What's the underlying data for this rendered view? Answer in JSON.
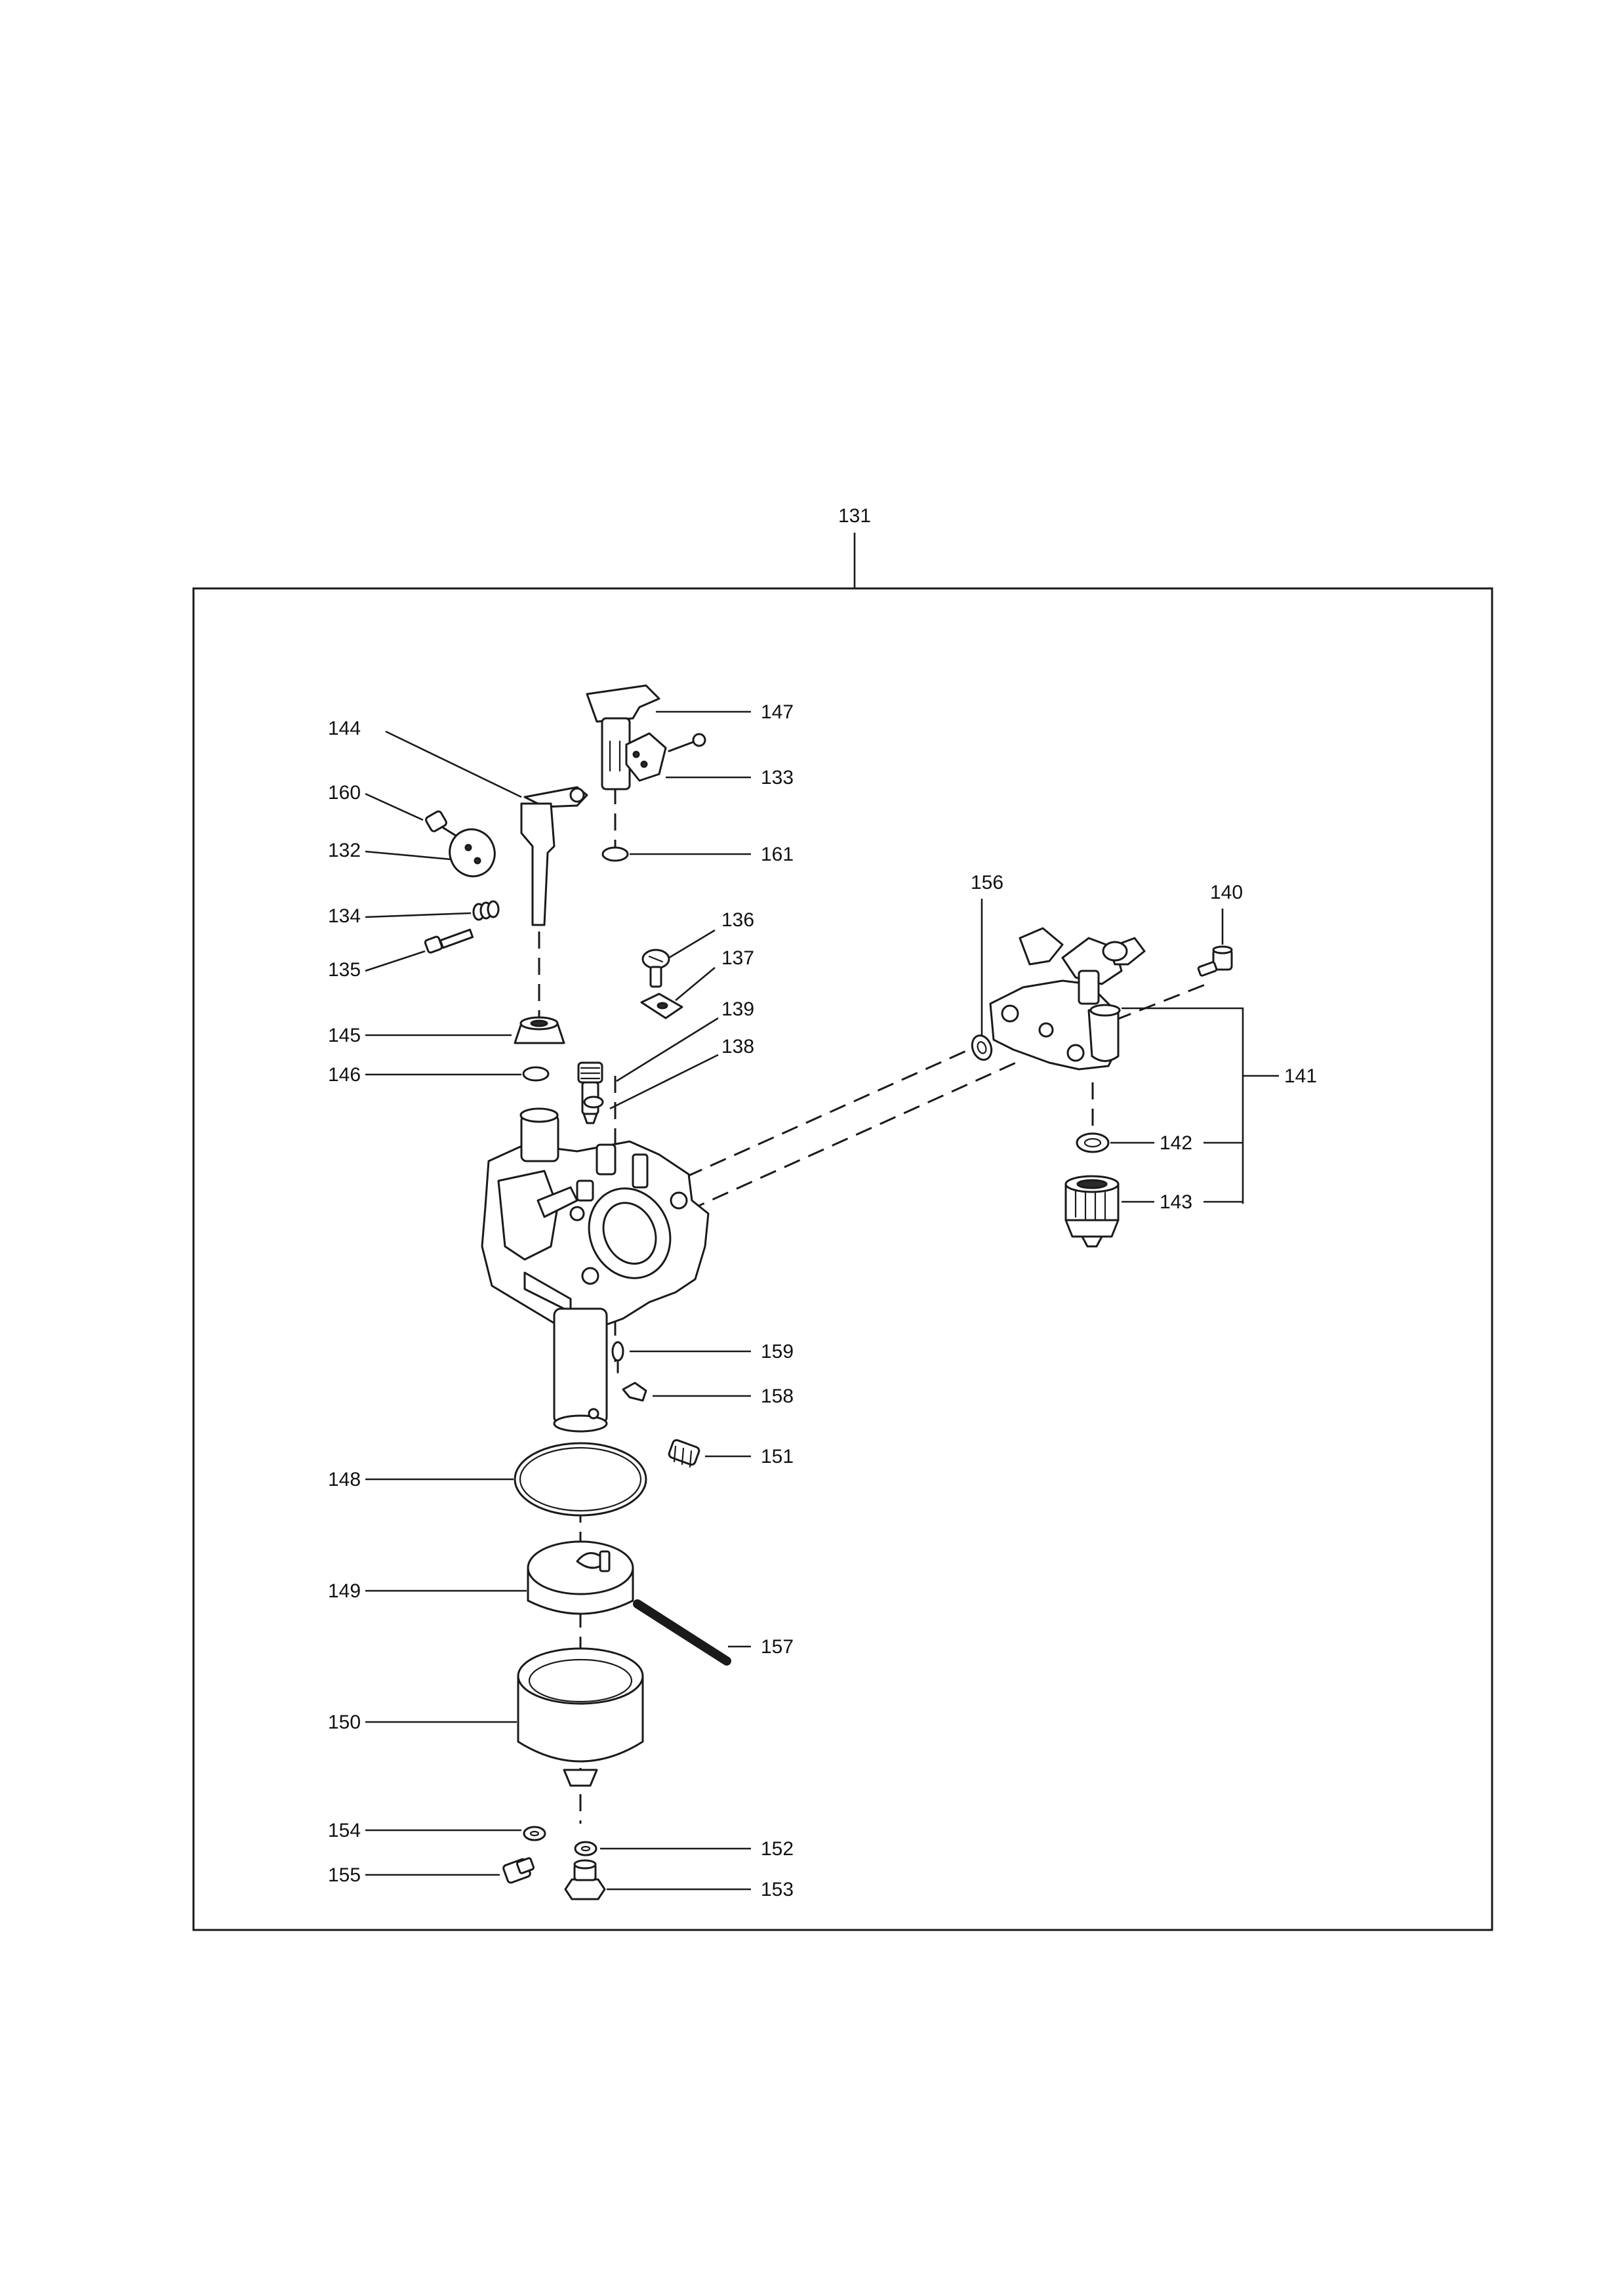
{
  "assembly_number": "131",
  "parts": {
    "p131": "131",
    "p132": "132",
    "p133": "133",
    "p134": "134",
    "p135": "135",
    "p136": "136",
    "p137": "137",
    "p138": "138",
    "p139": "139",
    "p140": "140",
    "p141": "141",
    "p142": "142",
    "p143": "143",
    "p144": "144",
    "p145": "145",
    "p146": "146",
    "p147": "147",
    "p148": "148",
    "p149": "149",
    "p150": "150",
    "p151": "151",
    "p152": "152",
    "p153": "153",
    "p154": "154",
    "p155": "155",
    "p156": "156",
    "p157": "157",
    "p158": "158",
    "p159": "159",
    "p160": "160",
    "p161": "161"
  }
}
